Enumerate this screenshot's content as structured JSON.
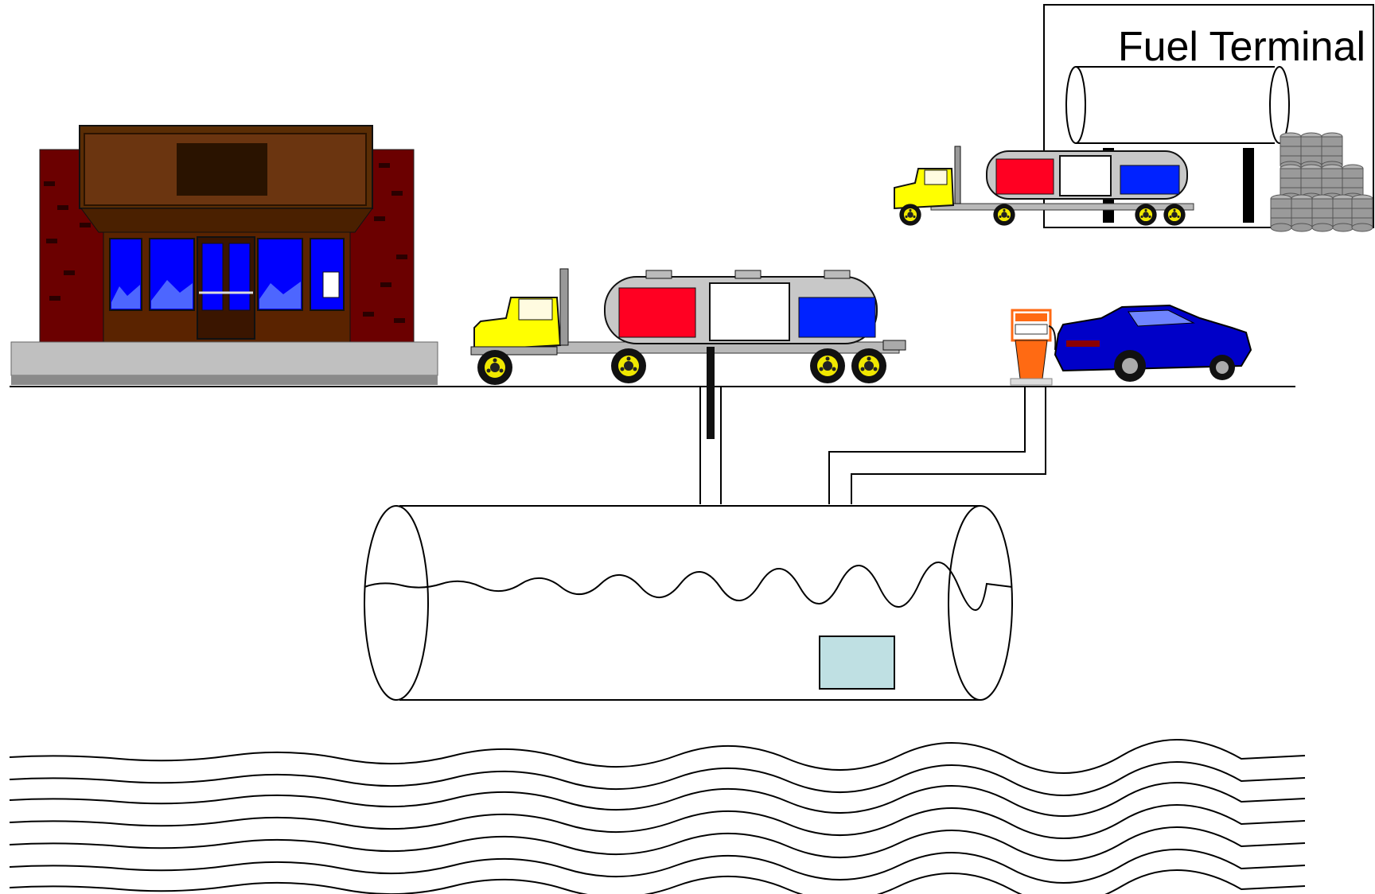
{
  "terminal": {
    "title": "Fuel Terminal"
  },
  "colors": {
    "background": "#ffffff",
    "brick": "#6b0000",
    "store_sign": "#5a2d05",
    "store_window": "#0000ff",
    "truck_cab": "#ffff00",
    "tank_red_compartment": "#ff0022",
    "tank_blue_compartment": "#0022ff",
    "car": "#0000c8",
    "pump": "#ff6a13",
    "leak_detector_box": "#bfe0e3",
    "sidewalk": "#c0c0c0",
    "barrels": "#9a9a9a"
  },
  "icons": [
    "store-building",
    "tanker-truck",
    "tanker-truck-small",
    "fuel-pump",
    "blue-car",
    "underground-storage-tank",
    "terminal-tank",
    "oil-barrels",
    "groundwater-lines"
  ]
}
